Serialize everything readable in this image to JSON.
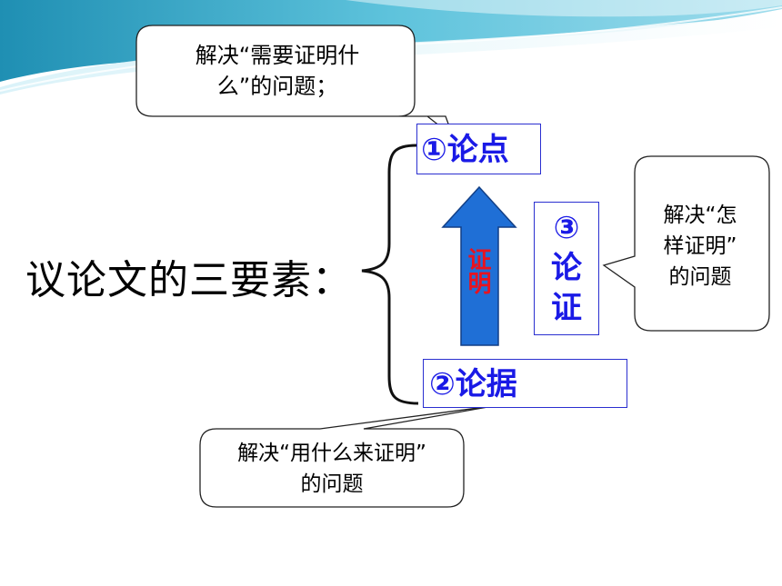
{
  "main_title": "议论文的三要素：",
  "elements": {
    "lundian": "①论点",
    "lunju": "②论据",
    "lunzheng": [
      "③",
      "论",
      "证"
    ]
  },
  "arrow_label": "证明",
  "callouts": {
    "lundian": [
      "解决“需要证明什",
      "么”的问题；"
    ],
    "lunzheng": [
      "解决“怎",
      "样证明”",
      "的问题"
    ],
    "lunju": [
      "解决“用什么来证明”",
      "的问题"
    ]
  },
  "colors": {
    "box_text": "#1a1ae6",
    "arrow_fill": "#1f6fd6",
    "arrow_label": "#e8131f",
    "wave_light": "#bfe8f2",
    "wave_mid": "#5ec3dc",
    "wave_dark": "#1f8fb3"
  }
}
